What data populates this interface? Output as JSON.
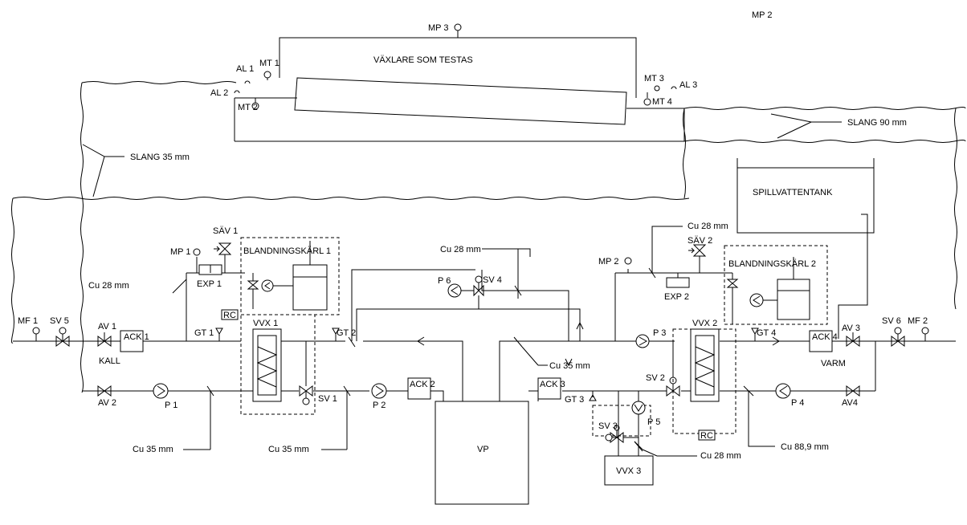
{
  "labels": {
    "mp3": "MP 3",
    "mp2_top": "MP 2",
    "vaxlare": "VÄXLARE SOM TESTAS",
    "al1": "AL 1",
    "mt1": "MT 1",
    "al2": "AL 2",
    "mt2": "MT 2",
    "mt3": "MT 3",
    "al3": "AL 3",
    "mt4": "MT 4",
    "slang90": "SLANG 90 mm",
    "slang35": "SLANG 35 mm",
    "spillvattentank": "SPILLVATTENTANK",
    "sav1": "SÄV 1",
    "mp1": "MP 1",
    "blandningskarl1": "BLANDNINGSKÄRL 1",
    "exp1": "EXP 1",
    "cu28_left": "Cu 28 mm",
    "rc1": "RC",
    "gt1": "GT 1",
    "gt2": "GT 2",
    "vvx1": "VVX 1",
    "mf1": "MF 1",
    "sv5": "SV 5",
    "av1": "AV 1",
    "ack1": "ACK 1",
    "kall": "KALL",
    "av2": "AV 2",
    "p1": "P 1",
    "sv1": "SV 1",
    "p2": "P 2",
    "ack2": "ACK 2",
    "cu35_left": "Cu 35 mm",
    "cu35_mid": "Cu 35 mm",
    "vp": "VP",
    "cu28_mid": "Cu 28 mm",
    "p6": "P 6",
    "sv4": "SV 4",
    "ack3": "ACK 3",
    "gt3": "GT 3",
    "cu35_right": "Cu 35 mm",
    "sv3": "SV 3",
    "p5": "P 5",
    "vvx3": "VVX 3",
    "cu28_bottom": "Cu 28 mm",
    "cu28_right": "Cu 28 mm",
    "sav2": "SÄV 2",
    "mp2": "MP 2",
    "blandningskarl2": "BLANDNINGSKÄRL 2",
    "exp2": "EXP 2",
    "p3": "P 3",
    "vvx2": "VVX 2",
    "gt4": "GT 4",
    "ack4": "ACK 4",
    "av3": "AV 3",
    "sv6": "SV 6",
    "mf2": "MF 2",
    "varm": "VARM",
    "sv2": "SV 2",
    "p4": "P 4",
    "av4": "AV4",
    "rc2": "RC",
    "cu889": "Cu 88,9 mm"
  },
  "icons": {
    "valve": "bowtie-valve-icon",
    "three_way_valve": "three-way-valve-icon",
    "pump": "circle-pump-icon",
    "gauge": "lollipop-gauge-icon",
    "heat_exchanger": "zigzag-exchanger-icon"
  }
}
